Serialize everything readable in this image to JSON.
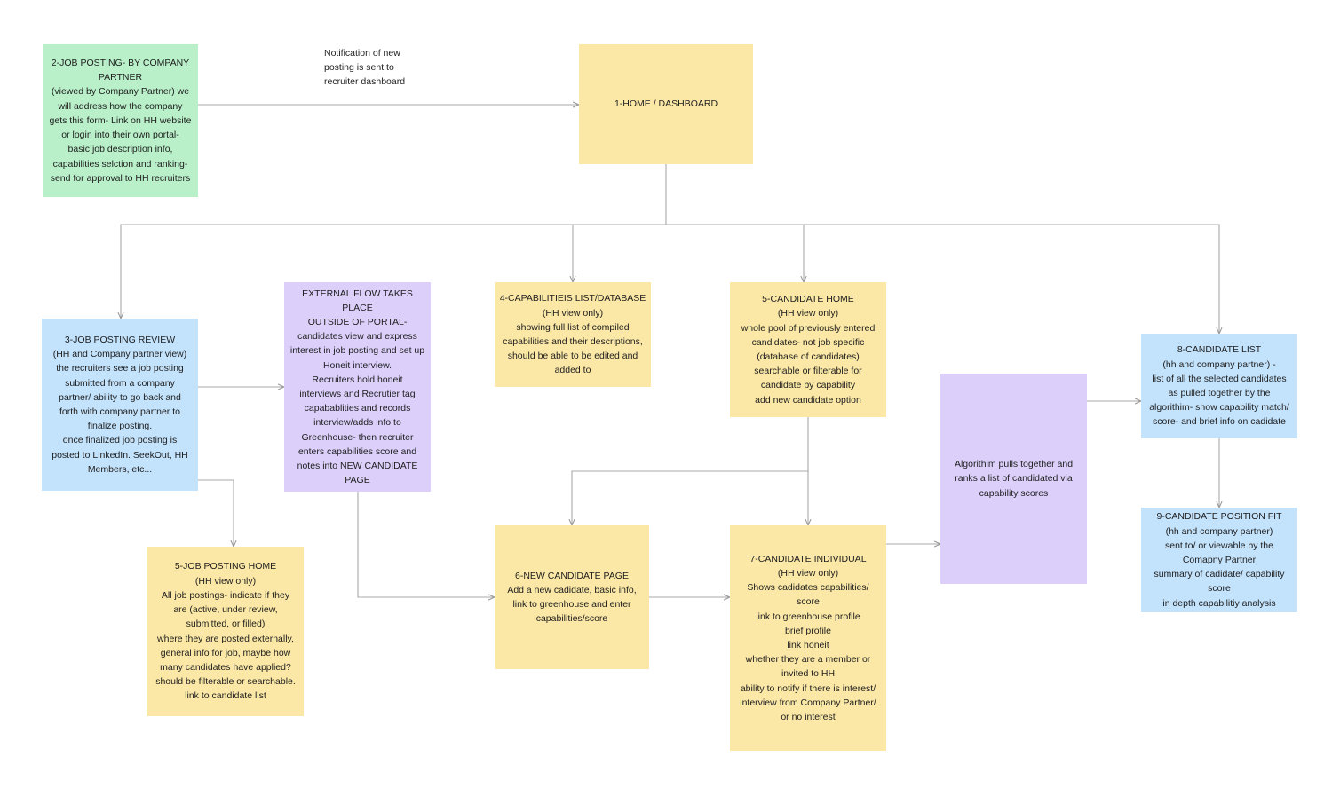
{
  "note": "Notification of new\nposting is sent to\nrecruiter dashboard",
  "nodes": {
    "home": {
      "text": "1-HOME / DASHBOARD",
      "color": "#fbe8a6"
    },
    "job_posting_company": {
      "text": "2-JOB POSTING- BY COMPANY\nPARTNER\n(viewed by Company Partner) we\nwill address how the company\ngets this form- Link on HH website\nor login into their own portal-\nbasic job description info,\ncapabilities selction and ranking-\nsend for approval to HH recruiters",
      "color": "#b9efc9"
    },
    "job_posting_review": {
      "text": "3-JOB POSTING REVIEW\n(HH and Company partner view)\nthe recruiters see a job posting\nsubmitted from a company\npartner/ ability to go back and\nforth with company partner to\nfinalize posting.\nonce finalized job posting is\nposted to LinkedIn. SeekOut, HH\nMembers, etc...",
      "color": "#c3e2fb"
    },
    "external_flow": {
      "text": "EXTERNAL FLOW TAKES PLACE\nOUTSIDE OF PORTAL-\ncandidates view and express\ninterest in job posting and set up\nHoneit interview.\nRecruiters hold honeit\ninterviews and Recrutier tag\ncapabablities and records\ninterview/adds info to\nGreenhouse- then recruiter\nenters capabilities score and\nnotes into NEW CANDIDATE\nPAGE",
      "color": "#dcd0fb"
    },
    "capabilities_list": {
      "text": "4-CAPABILITIEIS LIST/DATABASE\n(HH view only)\nshowing full list of compiled\ncapabilities and their descriptions,\nshould be able to be edited and\nadded to",
      "color": "#fbe8a6"
    },
    "candidate_home": {
      "text": "5-CANDIDATE HOME\n(HH view only)\nwhole pool of previously entered\ncandidates- not job specific\n(database of candidates)\nsearchable or filterable for\ncandidate by capability\nadd new candidate option",
      "color": "#fbe8a6"
    },
    "candidate_list": {
      "text": "8-CANDIDATE  LIST\n(hh and company partner) -\nlist of all the selected candidates\nas pulled together by the\nalgorithim- show capability match/\nscore- and brief info on cadidate",
      "color": "#c3e2fb"
    },
    "algorithm": {
      "text": "Algorithim pulls together and\nranks a list of candidated via\ncapability scores",
      "color": "#dcd0fb"
    },
    "position_fit": {
      "text": "9-CANDIDATE POSITION FIT\n(hh and company partner)\nsent to/ or viewable by the\nComapny Partner\nsummary of cadidate/ capability\nscore\nin depth capabilitiy analysis",
      "color": "#c3e2fb"
    },
    "job_posting_home": {
      "text": "5-JOB POSTING HOME\n(HH view only)\nAll job postings- indicate if they\nare (active, under review,\nsubmitted, or filled)\nwhere they are posted externally,\ngeneral info for job, maybe how\nmany candidates have applied?\nshould be filterable or searchable.\nlink to candidate list",
      "color": "#fbe8a6"
    },
    "new_candidate": {
      "text": "6-NEW CANDIDATE PAGE\nAdd a new cadidate, basic info,\nlink to greenhouse and enter\ncapabilities/score",
      "color": "#fbe8a6"
    },
    "candidate_individual": {
      "text": "7-CANDIDATE INDIVIDUAL\n(HH view only)\nShows cadidates capabilities/\nscore\nlink to greenhouse profile\nbrief profile\nlink honeit\nwhether they are a member or\ninvited to HH\nability to notify if there is interest/\ninterview from Company Partner/\nor no interest",
      "color": "#fbe8a6"
    }
  },
  "edges": [
    {
      "from": "job_posting_company",
      "to": "home"
    },
    {
      "from": "home",
      "to": "job_posting_review"
    },
    {
      "from": "home",
      "to": "capabilities_list"
    },
    {
      "from": "home",
      "to": "candidate_home"
    },
    {
      "from": "home",
      "to": "candidate_list"
    },
    {
      "from": "job_posting_review",
      "to": "external_flow"
    },
    {
      "from": "job_posting_review",
      "to": "job_posting_home"
    },
    {
      "from": "external_flow",
      "to": "new_candidate"
    },
    {
      "from": "candidate_home",
      "to": "new_candidate"
    },
    {
      "from": "candidate_home",
      "to": "candidate_individual"
    },
    {
      "from": "new_candidate",
      "to": "candidate_individual"
    },
    {
      "from": "candidate_individual",
      "to": "algorithm"
    },
    {
      "from": "algorithm",
      "to": "candidate_list"
    },
    {
      "from": "candidate_list",
      "to": "position_fit"
    }
  ]
}
